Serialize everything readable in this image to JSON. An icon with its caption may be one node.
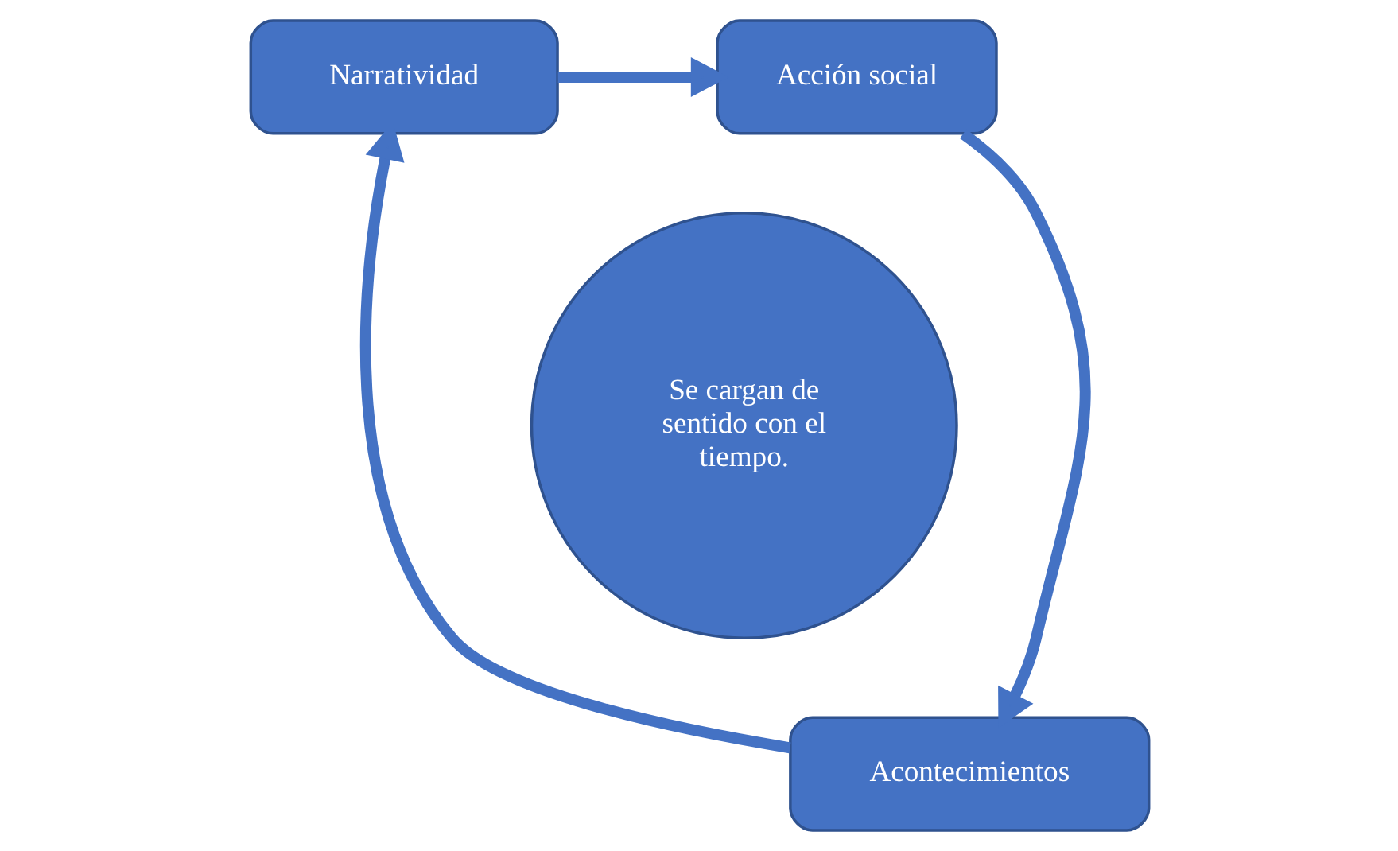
{
  "diagram": {
    "nodes": [
      {
        "text": [
          "Narratividad"
        ]
      },
      {
        "text": [
          "Acción social"
        ]
      },
      {
        "text": [
          "Se cargan de sentido con el tiempo."
        ]
      },
      {
        "text": [
          "Acontecimientos"
        ]
      }
    ],
    "edges": [
      {
        "from": 0,
        "to": 1,
        "arrow": "to"
      },
      {
        "from": 1,
        "to": 3,
        "arrow": "to"
      },
      {
        "from": 3,
        "to": 0,
        "arrow": "to"
      }
    ]
  }
}
